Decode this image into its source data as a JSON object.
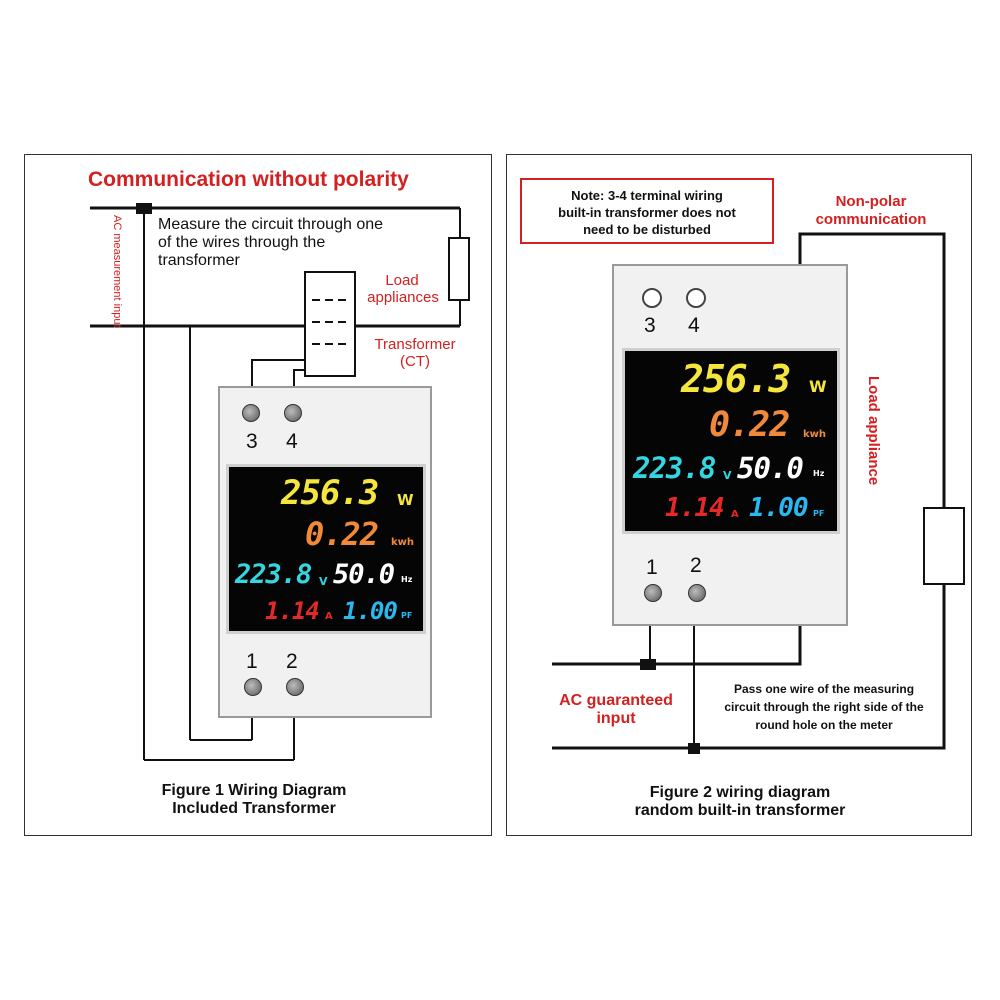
{
  "figure1": {
    "title": "Communication without polarity",
    "ac_input_label": "AC measurement input",
    "measure_note_line1": "Measure the circuit through one",
    "measure_note_line2": "of the wires through the",
    "measure_note_line3": "transformer",
    "load_label_line1": "Load",
    "load_label_line2": "appliances",
    "ct_label_line1": "Transformer",
    "ct_label_line2": "(CT)",
    "terminals_top": [
      "3",
      "4"
    ],
    "terminals_bottom": [
      "1",
      "2"
    ],
    "caption_line1": "Figure 1 Wiring Diagram",
    "caption_line2": "Included Transformer"
  },
  "figure2": {
    "note_line1": "Note: 3-4 terminal wiring",
    "note_line2": "built-in transformer does not",
    "note_line3": "need to be disturbed",
    "nonpolar_line1": "Non-polar",
    "nonpolar_line2": "communication",
    "load_label": "Load appliance",
    "ac_label_line1": "AC guaranteed",
    "ac_label_line2": "input",
    "pass_line1": "Pass one wire of the measuring",
    "pass_line2": "circuit through the right side of the",
    "pass_line3": "round hole on the meter",
    "terminals_top": [
      "3",
      "4"
    ],
    "terminals_bottom": [
      "1",
      "2"
    ],
    "caption_line1": "Figure 2 wiring diagram",
    "caption_line2": "random built-in transformer"
  },
  "display": {
    "power": "256.3",
    "power_unit": "W",
    "energy": "0.22",
    "energy_unit": "kwh",
    "voltage": "223.8",
    "voltage_unit": "V",
    "frequency": "50.0",
    "frequency_unit": "Hz",
    "current": "1.14",
    "current_unit": "A",
    "pf": "1.00",
    "pf_unit": "PF"
  },
  "colors": {
    "label_red": "#d42020",
    "power_yellow": "#f4e63c",
    "energy_orange": "#f08a3a",
    "voltage_cyan": "#35d6e0",
    "frequency_white": "#ffffff",
    "current_red": "#e62828",
    "pf_blue": "#2ab8f0"
  }
}
